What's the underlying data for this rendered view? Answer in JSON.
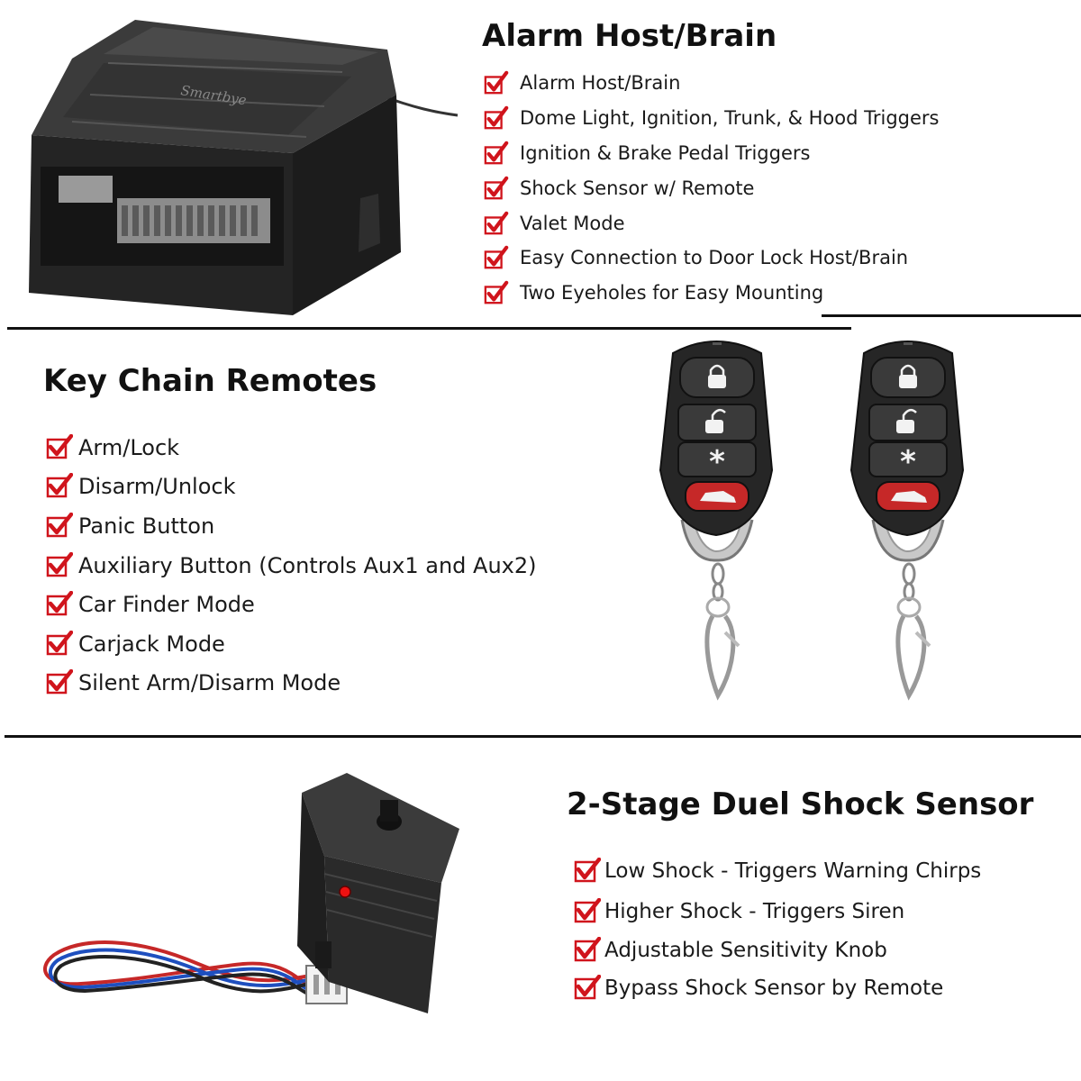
{
  "sections": {
    "alarm_host": {
      "title": "Alarm Host/Brain",
      "product_brand": "Smartbye",
      "items": [
        "Alarm Host/Brain",
        "Dome Light, Ignition, Trunk, & Hood Triggers",
        "Ignition & Brake Pedal Triggers",
        "Shock Sensor w/ Remote",
        "Valet Mode",
        "Easy Connection to Door Lock Host/Brain",
        "Two Eyeholes for Easy Mounting"
      ]
    },
    "key_chain_remotes": {
      "title": "Key Chain Remotes",
      "items": [
        "Arm/Lock",
        "Disarm/Unlock",
        "Panic Button",
        "Auxiliary Button (Controls Aux1 and Aux2)",
        "Car Finder Mode",
        "Carjack Mode",
        "Silent Arm/Disarm Mode"
      ]
    },
    "shock_sensor": {
      "title": "2-Stage Duel Shock Sensor",
      "items": [
        "Low Shock - Triggers Warning Chirps",
        "Higher Shock - Triggers Siren",
        "Adjustable Sensitivity Knob",
        "Bypass Shock Sensor by Remote"
      ]
    }
  },
  "colors": {
    "check_red": "#d0141c",
    "text": "#1a1a1a",
    "title": "#111111",
    "device_body": "#2a2a2a",
    "panic_button": "#c62828"
  },
  "icons": {
    "check": "red-checkbox-icon",
    "lock": "lock-icon",
    "unlock": "unlock-icon",
    "aux": "asterisk-icon",
    "trunk": "car-trunk-icon"
  }
}
